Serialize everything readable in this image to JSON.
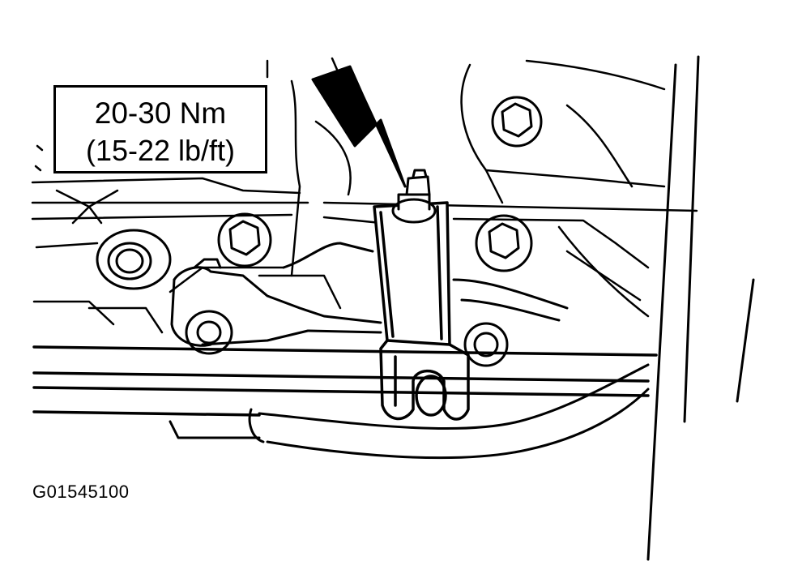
{
  "callout": {
    "torque_metric": "20-30 Nm",
    "torque_imperial": "(15-22 lb/ft)"
  },
  "figure_id": "G01545100",
  "colors": {
    "ink": "#000000",
    "paper": "#ffffff"
  },
  "icons": {
    "pointer": "arrow-pointer-icon"
  }
}
